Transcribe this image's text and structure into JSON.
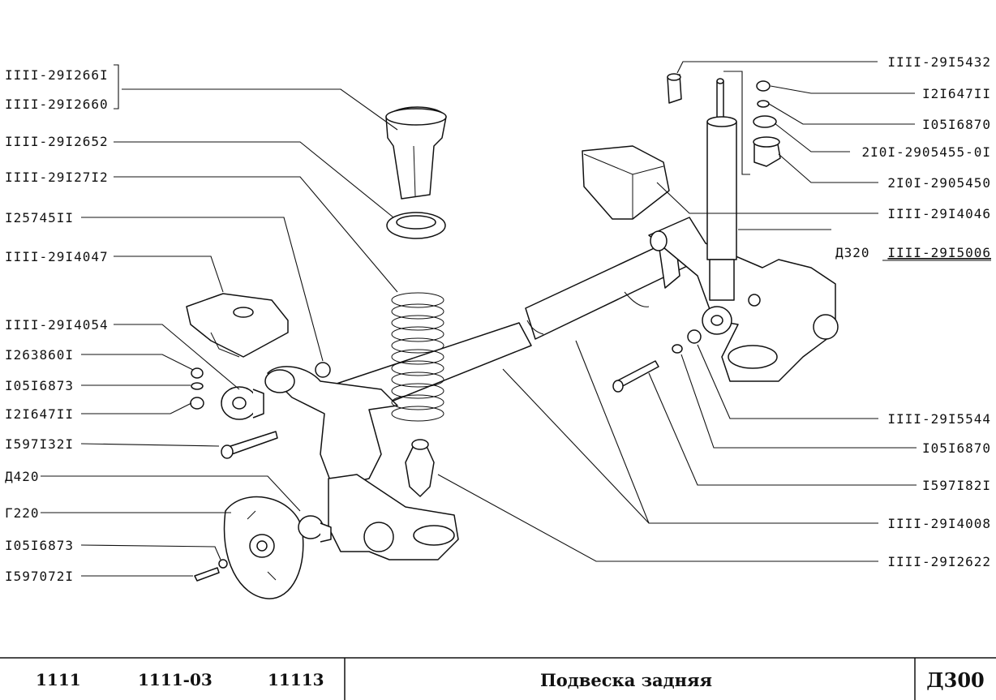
{
  "labels_left": [
    "IIII-29I266I",
    "IIII-29I2660",
    "IIII-29I2652",
    "IIII-29I27I2",
    "I25745II",
    "IIII-29I4047",
    "IIII-29I4054",
    "I263860I",
    "I05I6873",
    "I2I647II",
    "I597I32I",
    "Д420",
    "Г220",
    "I05I6873",
    "I597072I"
  ],
  "labels_right": [
    "IIII-29I5432",
    "I2I647II",
    "I05I6870",
    "2I0I-2905455-0I",
    "2I0I-2905450",
    "IIII-29I4046",
    "Д320",
    "IIII-29I5006",
    "IIII-29I5544",
    "I05I6870",
    "I597I82I",
    "IIII-29I4008",
    "IIII-29I2622"
  ],
  "title_block": {
    "model_1": "1111",
    "model_2": "1111-03",
    "model_3": "11113",
    "title": "Подвеска задняя",
    "sheet": "Д300"
  }
}
